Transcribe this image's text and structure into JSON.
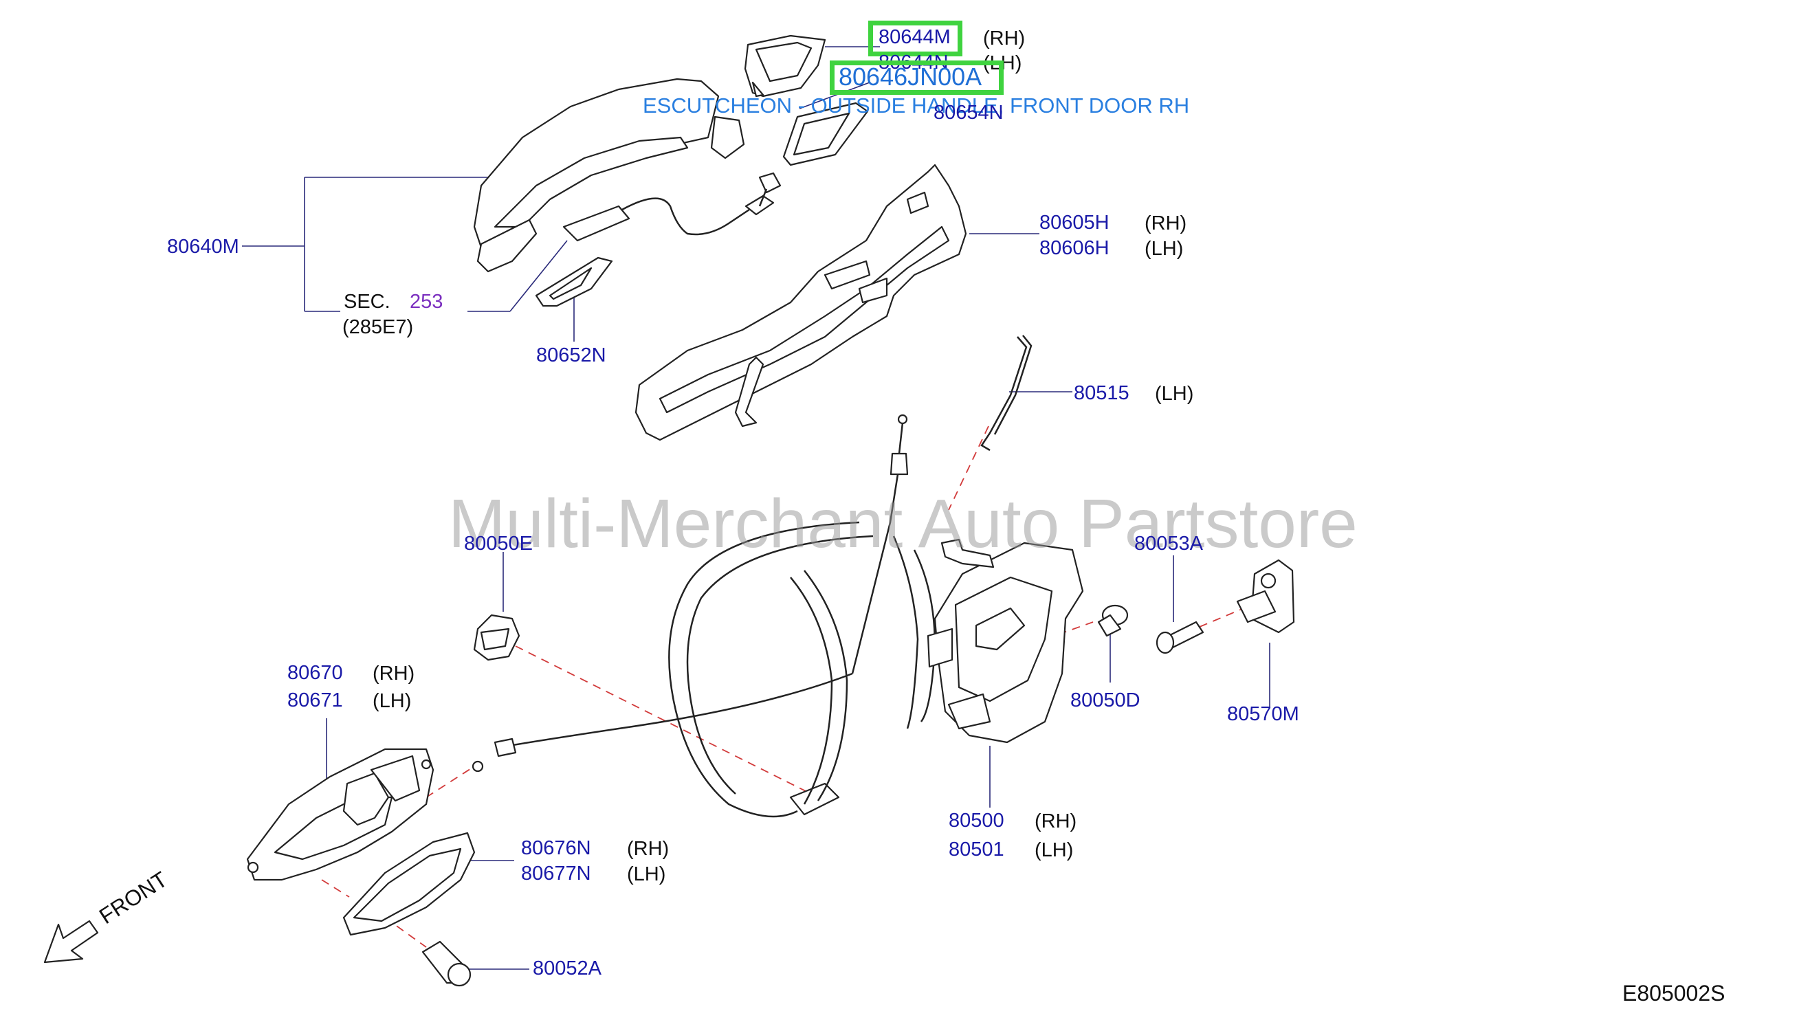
{
  "highlight_primary": {
    "part": "80644M",
    "side": "(RH)"
  },
  "highlight_secondary": {
    "part": "80646JN00A"
  },
  "tooltip": "ESCUTCHEON - OUTSIDE HANDLE, FRONT DOOR RH",
  "watermark": "Multi-Merchant Auto Partstore",
  "front_label": "FRONT",
  "diagram_code": "E805002S",
  "section_ref": {
    "prefix": "SEC.",
    "number": "253",
    "sub": "(285E7)"
  },
  "labels": {
    "p80644N": {
      "part": "80644N",
      "side": "(LH)"
    },
    "p80654N": {
      "part": "80654N"
    },
    "p80640M": {
      "part": "80640M"
    },
    "p80652N": {
      "part": "80652N"
    },
    "p80605H": {
      "part": "80605H",
      "side": "(RH)"
    },
    "p80606H": {
      "part": "80606H",
      "side": "(LH)"
    },
    "p80515": {
      "part": "80515",
      "side": "(LH)"
    },
    "p80050E": {
      "part": "80050E"
    },
    "p80053A": {
      "part": "80053A"
    },
    "p80670": {
      "part": "80670",
      "side": "(RH)"
    },
    "p80671": {
      "part": "80671",
      "side": "(LH)"
    },
    "p80050D": {
      "part": "80050D"
    },
    "p80570M": {
      "part": "80570M"
    },
    "p80500": {
      "part": "80500",
      "side": "(RH)"
    },
    "p80501": {
      "part": "80501",
      "side": "(LH)"
    },
    "p80676N": {
      "part": "80676N",
      "side": "(RH)"
    },
    "p80677N": {
      "part": "80677N",
      "side": "(LH)"
    },
    "p80052A": {
      "part": "80052A"
    }
  }
}
